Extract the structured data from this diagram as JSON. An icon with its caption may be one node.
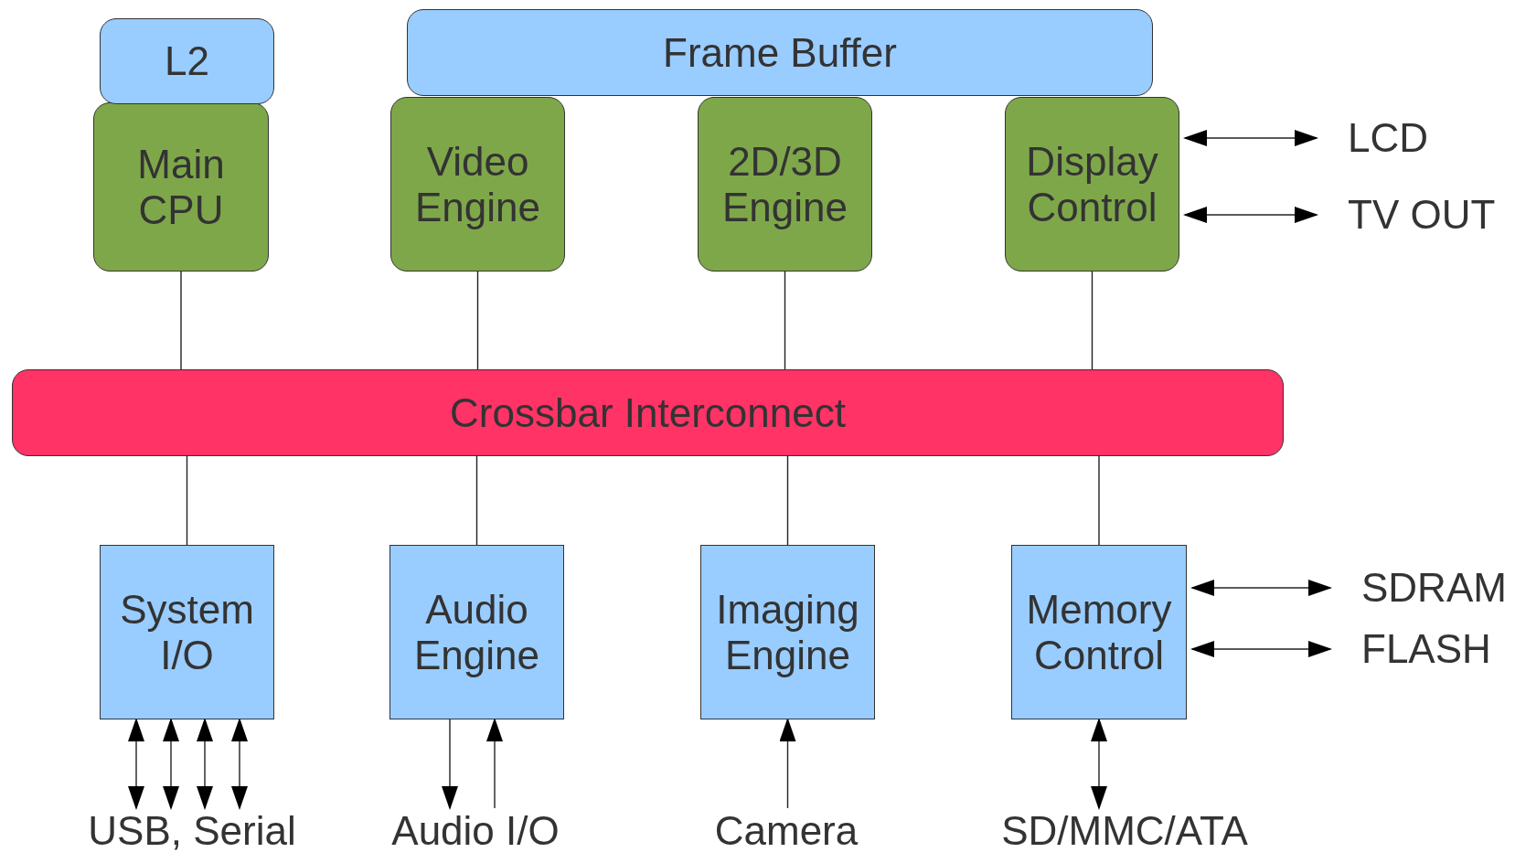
{
  "diagram": {
    "nodes": [
      {
        "text": [
          "L2"
        ]
      },
      {
        "text": [
          "Frame Buffer"
        ]
      },
      {
        "text": [
          "Main CPU"
        ]
      },
      {
        "text": [
          "Video Engine"
        ]
      },
      {
        "text": [
          "2D/3D Engine"
        ]
      },
      {
        "text": [
          "Display Control"
        ]
      },
      {
        "text": [
          "LCD"
        ]
      },
      {
        "text": [
          "TV OUT"
        ]
      },
      {
        "text": [
          "Crossbar Interconnect"
        ]
      },
      {
        "text": [
          "System I/O"
        ]
      },
      {
        "text": [
          "Audio Engine"
        ]
      },
      {
        "text": [
          "Imaging Engine"
        ]
      },
      {
        "text": [
          "Memory Control"
        ]
      },
      {
        "text": [
          "SDRAM"
        ]
      },
      {
        "text": [
          "FLASH"
        ]
      },
      {
        "text": [
          "USB, Serial"
        ]
      },
      {
        "text": [
          "Audio I/O"
        ]
      },
      {
        "text": [
          "Camera"
        ]
      },
      {
        "text": [
          "SD/MMC/ATA"
        ]
      }
    ],
    "edges": [
      {
        "from": 2,
        "to": 8,
        "arrow": "none"
      },
      {
        "from": 3,
        "to": 8,
        "arrow": "none"
      },
      {
        "from": 4,
        "to": 8,
        "arrow": "none"
      },
      {
        "from": 5,
        "to": 8,
        "arrow": "none"
      },
      {
        "from": 5,
        "to": 6,
        "arrow": "both"
      },
      {
        "from": 5,
        "to": 7,
        "arrow": "both"
      },
      {
        "from": 8,
        "to": 9,
        "arrow": "none"
      },
      {
        "from": 8,
        "to": 10,
        "arrow": "none"
      },
      {
        "from": 8,
        "to": 11,
        "arrow": "none"
      },
      {
        "from": 8,
        "to": 12,
        "arrow": "none"
      },
      {
        "from": 12,
        "to": 13,
        "arrow": "both"
      },
      {
        "from": 12,
        "to": 14,
        "arrow": "both"
      },
      {
        "from": 9,
        "to": 15,
        "arrow": "both"
      },
      {
        "from": 9,
        "to": 15,
        "arrow": "both"
      },
      {
        "from": 9,
        "to": 15,
        "arrow": "both"
      },
      {
        "from": 9,
        "to": 15,
        "arrow": "both"
      },
      {
        "from": 10,
        "to": 16,
        "arrow": "to"
      },
      {
        "from": 16,
        "to": 10,
        "arrow": "to"
      },
      {
        "from": 17,
        "to": 11,
        "arrow": "to"
      },
      {
        "from": 12,
        "to": 18,
        "arrow": "both"
      }
    ]
  }
}
